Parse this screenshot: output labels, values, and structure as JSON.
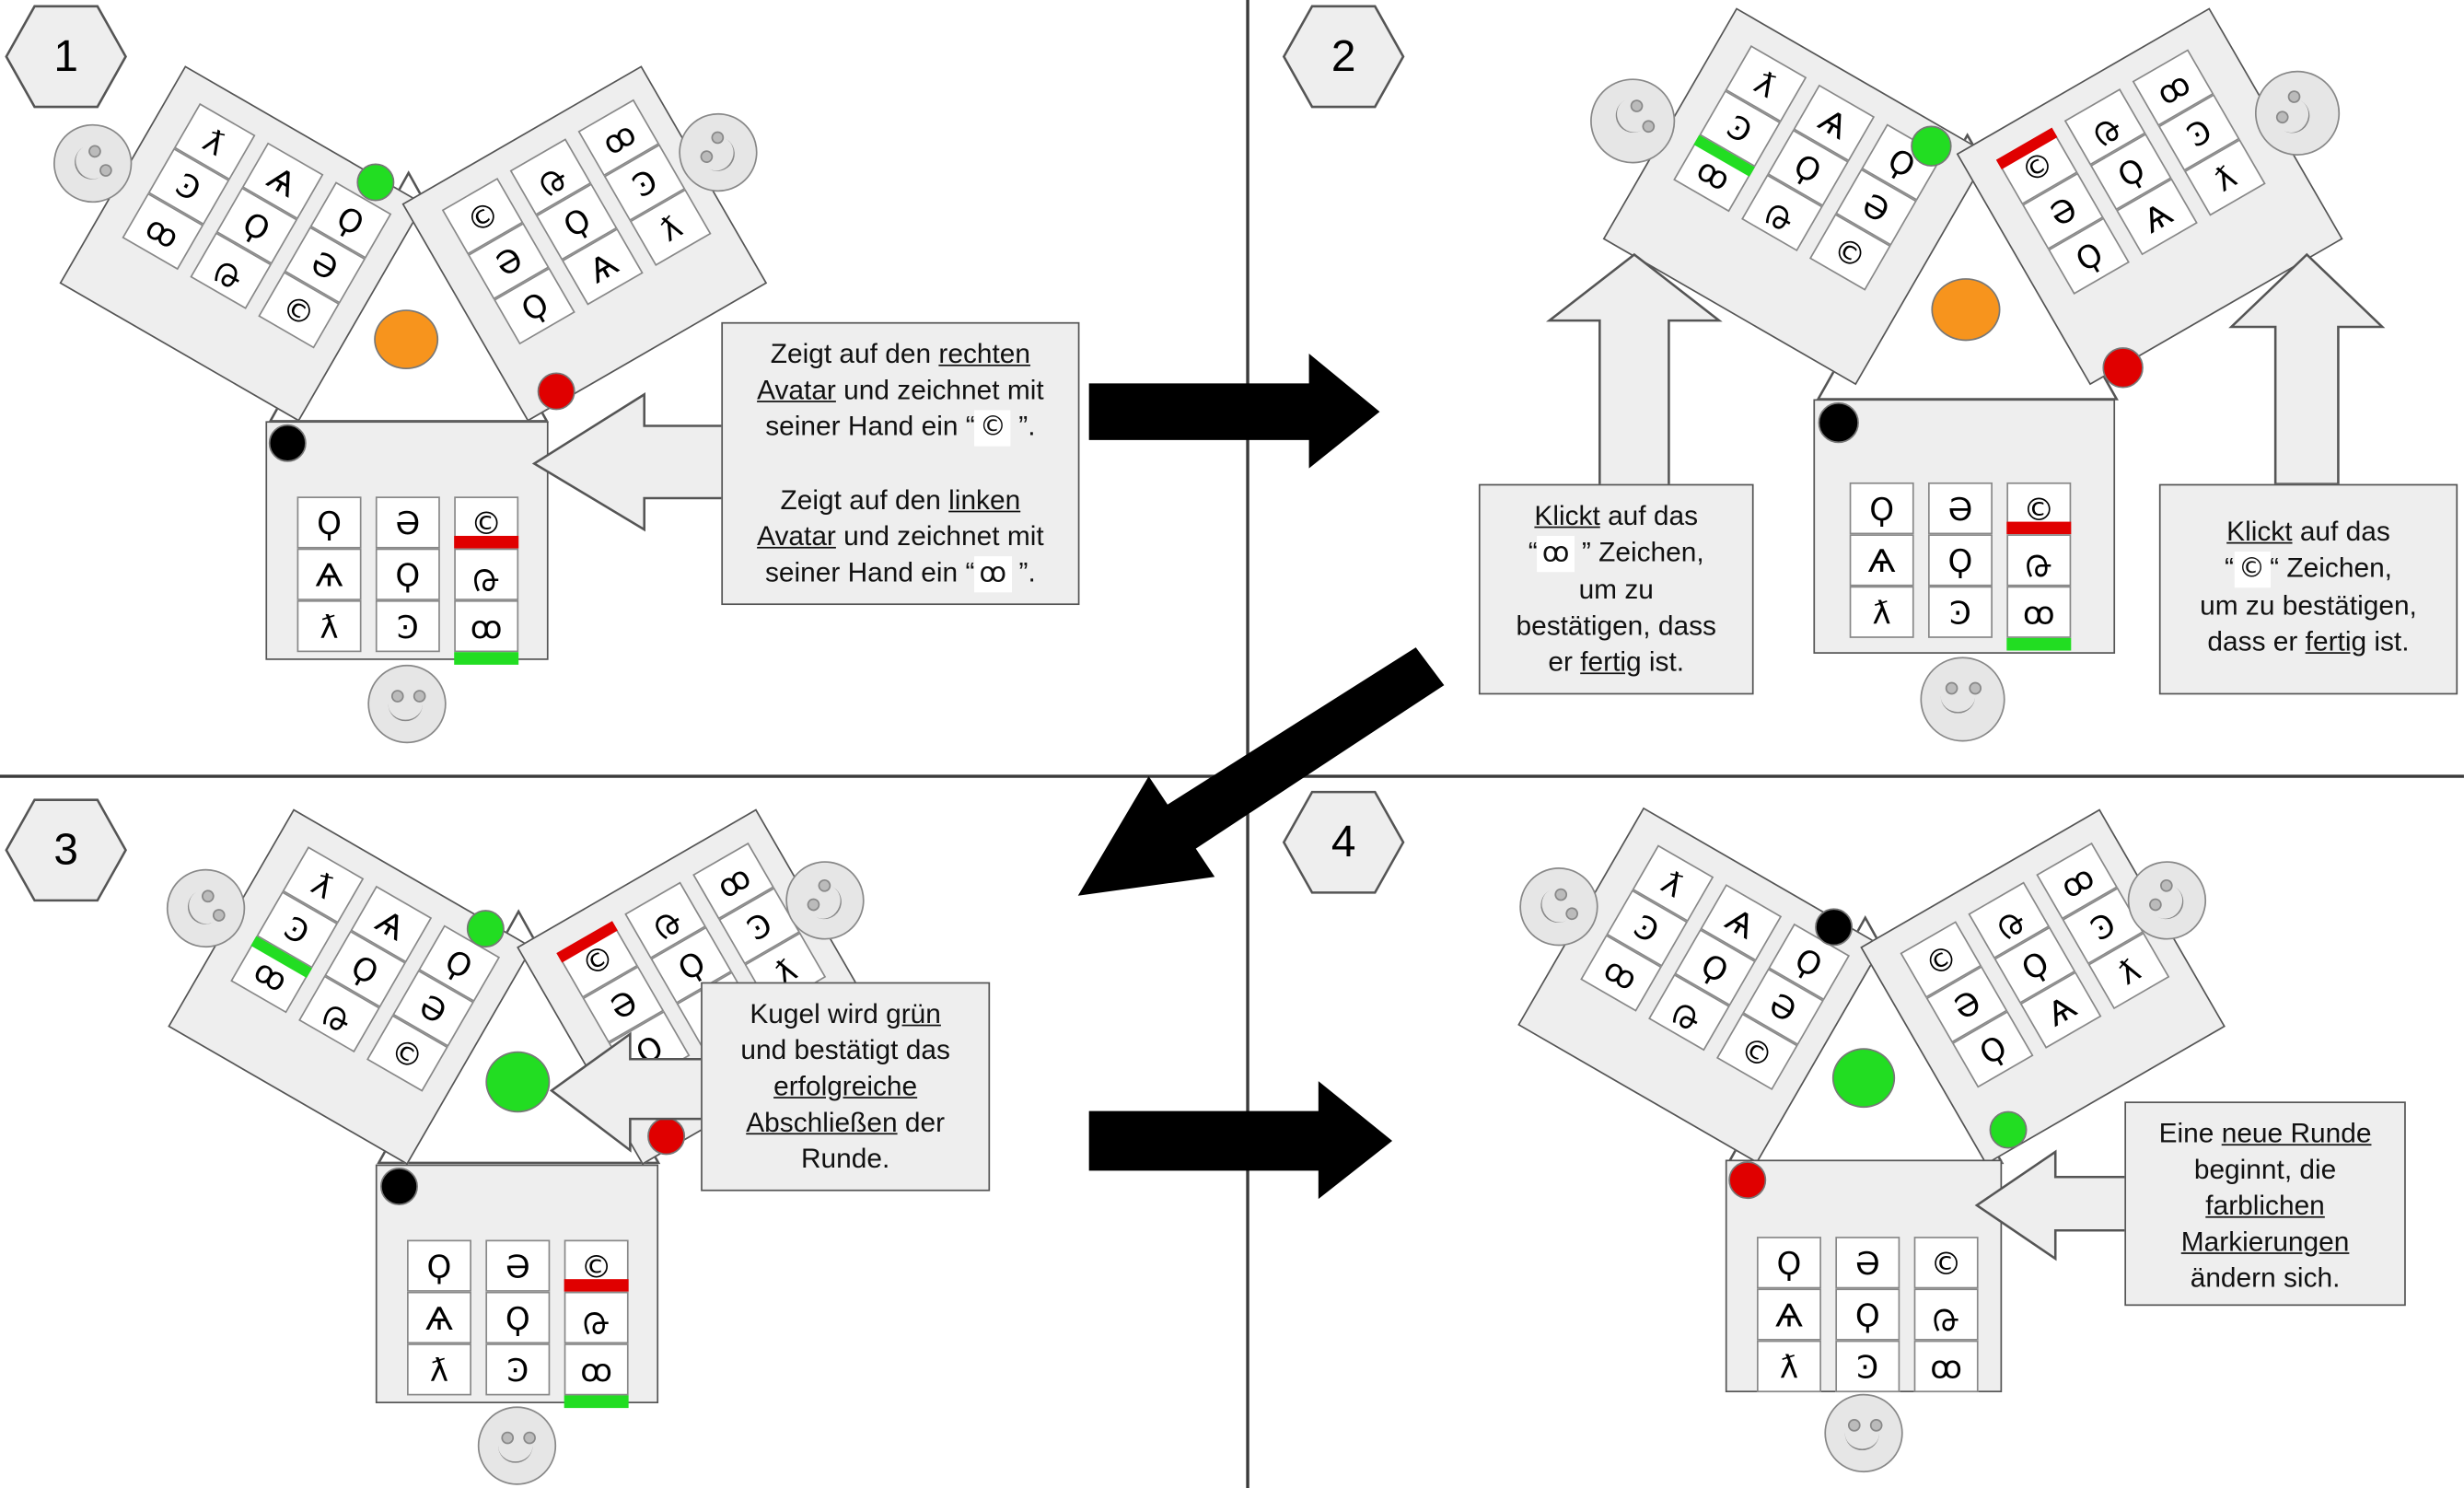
{
  "steps": [
    "1",
    "2",
    "3",
    "4"
  ],
  "symbols": {
    "rows": [
      [
        "Ϙ",
        "Ә",
        "©"
      ],
      [
        "Ѧ",
        "Ϙ",
        "ᢙ"
      ],
      [
        "ƛ",
        "Ͽ",
        "ꝏ"
      ]
    ]
  },
  "callouts": {
    "step1_a": [
      "Zeigt auf den ",
      "rechten",
      "Avatar",
      " und zeichnet mit",
      "seiner Hand ein “",
      "©",
      " ”."
    ],
    "step1_b": [
      "Zeigt auf den ",
      "linken",
      "Avatar",
      " und zeichnet mit",
      "seiner Hand ein “",
      "ꝏ",
      " ”."
    ],
    "step2_left": [
      "Klickt",
      " auf das",
      "“",
      "ꝏ",
      " ” Zeichen,",
      "um zu",
      "bestätigen, dass",
      "er ",
      "fertig",
      " ist."
    ],
    "step2_right": [
      "Klickt",
      " auf das",
      "“",
      "©",
      "“ Zeichen,",
      "um zu bestätigen,",
      "dass er ",
      "fertig",
      " ist."
    ],
    "step3": [
      "Kugel wird ",
      "grün",
      "und bestätigt das",
      "erfolgreiche",
      "Abschließen",
      " der",
      "Runde."
    ],
    "step4": [
      "Eine ",
      "neue Runde",
      "beginnt, die",
      "farblichen",
      "Markierungen",
      "ändern sich."
    ]
  },
  "colors": {
    "board": "#eeeeee",
    "green": "#22dd22",
    "red": "#e00000",
    "orange": "#f7941d",
    "black": "#000000",
    "avatar": "#e6e6e6"
  }
}
